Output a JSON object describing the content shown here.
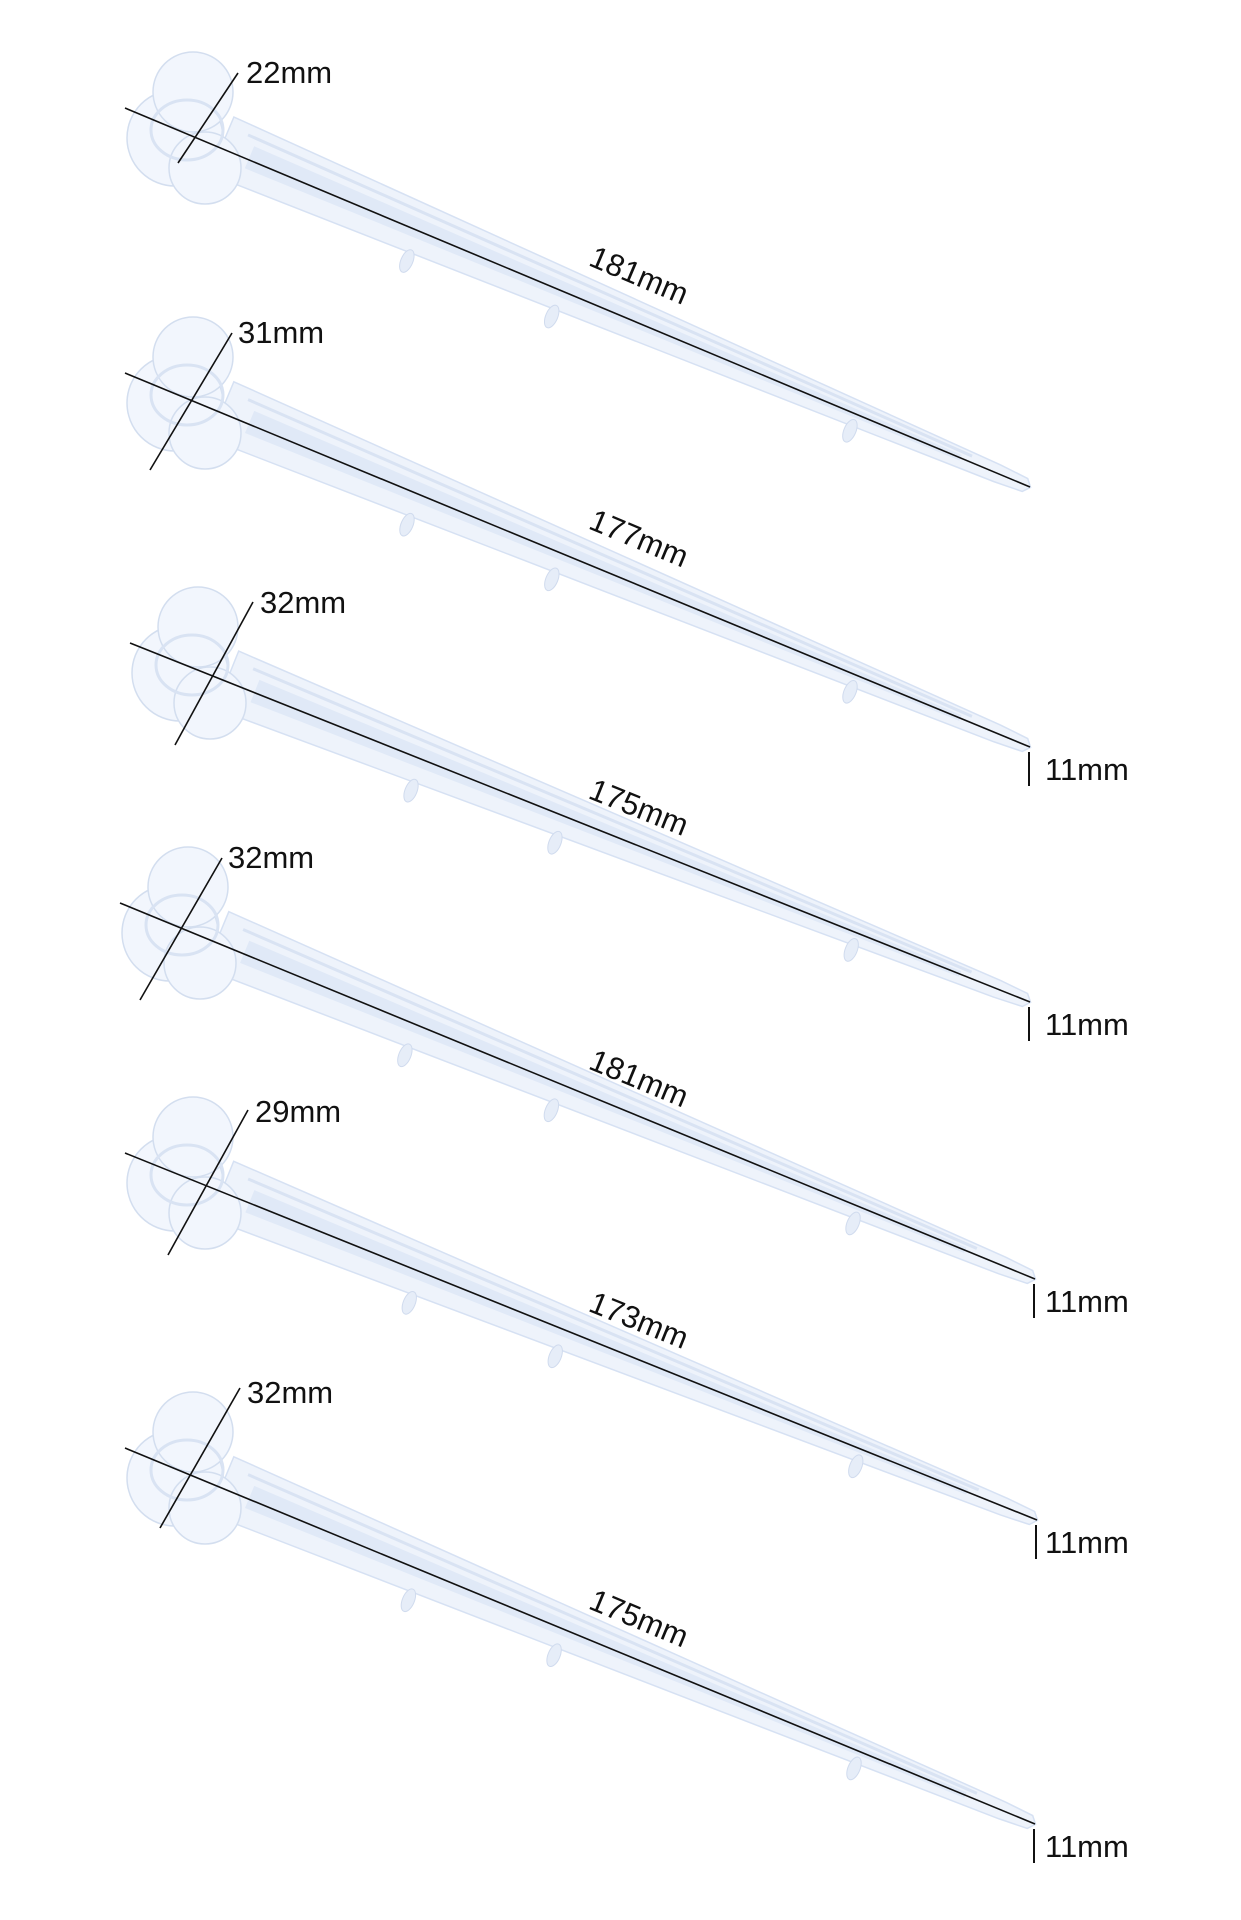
{
  "molds": [
    {
      "length": "181mm",
      "head": "22mm",
      "tip": ""
    },
    {
      "length": "177mm",
      "head": "31mm",
      "tip": "11mm"
    },
    {
      "length": "175mm",
      "head": "32mm",
      "tip": "11mm"
    },
    {
      "length": "181mm",
      "head": "32mm",
      "tip": "11mm"
    },
    {
      "length": "173mm",
      "head": "29mm",
      "tip": "11mm"
    },
    {
      "length": "175mm",
      "head": "32mm",
      "tip": "11mm"
    }
  ],
  "colors": {
    "mold": "#eef3fb",
    "line": "#111111"
  }
}
